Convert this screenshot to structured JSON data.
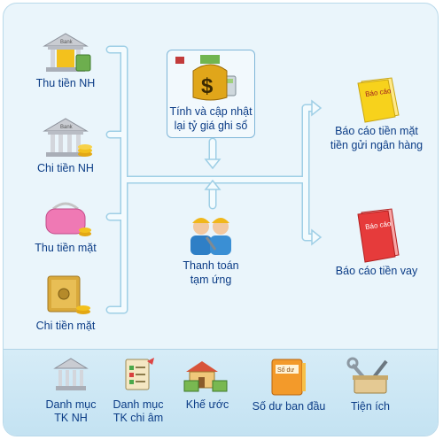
{
  "colors": {
    "connector": "#dff2fa",
    "connector_edge": "#9fcfe6",
    "text": "#0b3c86",
    "panel": "#eaf5fb",
    "bottom_bar": "#c8e5f4"
  },
  "left_items": [
    {
      "id": "thu-tien-nh",
      "label": "Thu tiền NH",
      "icon": "bank-cash-icon"
    },
    {
      "id": "chi-tien-nh",
      "label": "Chi tiền NH",
      "icon": "bank-coins-icon"
    },
    {
      "id": "thu-tien-mat",
      "label": "Thu tiền mặt",
      "icon": "purse-icon"
    },
    {
      "id": "chi-tien-mat",
      "label": "Chi tiền mặt",
      "icon": "safe-icon"
    }
  ],
  "center_top": {
    "line1": "Tính và cập nhật",
    "line2": "lại tỷ giá ghi sổ",
    "icon": "money-calculator-icon"
  },
  "center_bottom": {
    "line1": "Thanh toán",
    "line2": "tạm ứng",
    "icon": "workers-icon"
  },
  "right_items": [
    {
      "line1": "Báo cáo tiền mặt",
      "line2": "tiền gửi ngân hàng",
      "icon": "report-yellow-icon",
      "badge": "Báo cáo"
    },
    {
      "line1": "Báo cáo tiền vay",
      "line2": "",
      "icon": "report-red-icon",
      "badge": "Báo cáo"
    }
  ],
  "bottom_items": [
    {
      "line1": "Danh mục",
      "line2": "TK NH",
      "icon": "bank-small-icon"
    },
    {
      "line1": "Danh mục",
      "line2": "TK chi âm",
      "icon": "checklist-icon"
    },
    {
      "line1": "Khế ước",
      "line2": "",
      "icon": "house-money-icon"
    },
    {
      "line1": "Số dư ban đầu",
      "line2": "",
      "icon": "ledger-book-icon",
      "badge": "Số dư"
    },
    {
      "line1": "Tiện ích",
      "line2": "",
      "icon": "toolbox-icon"
    }
  ]
}
